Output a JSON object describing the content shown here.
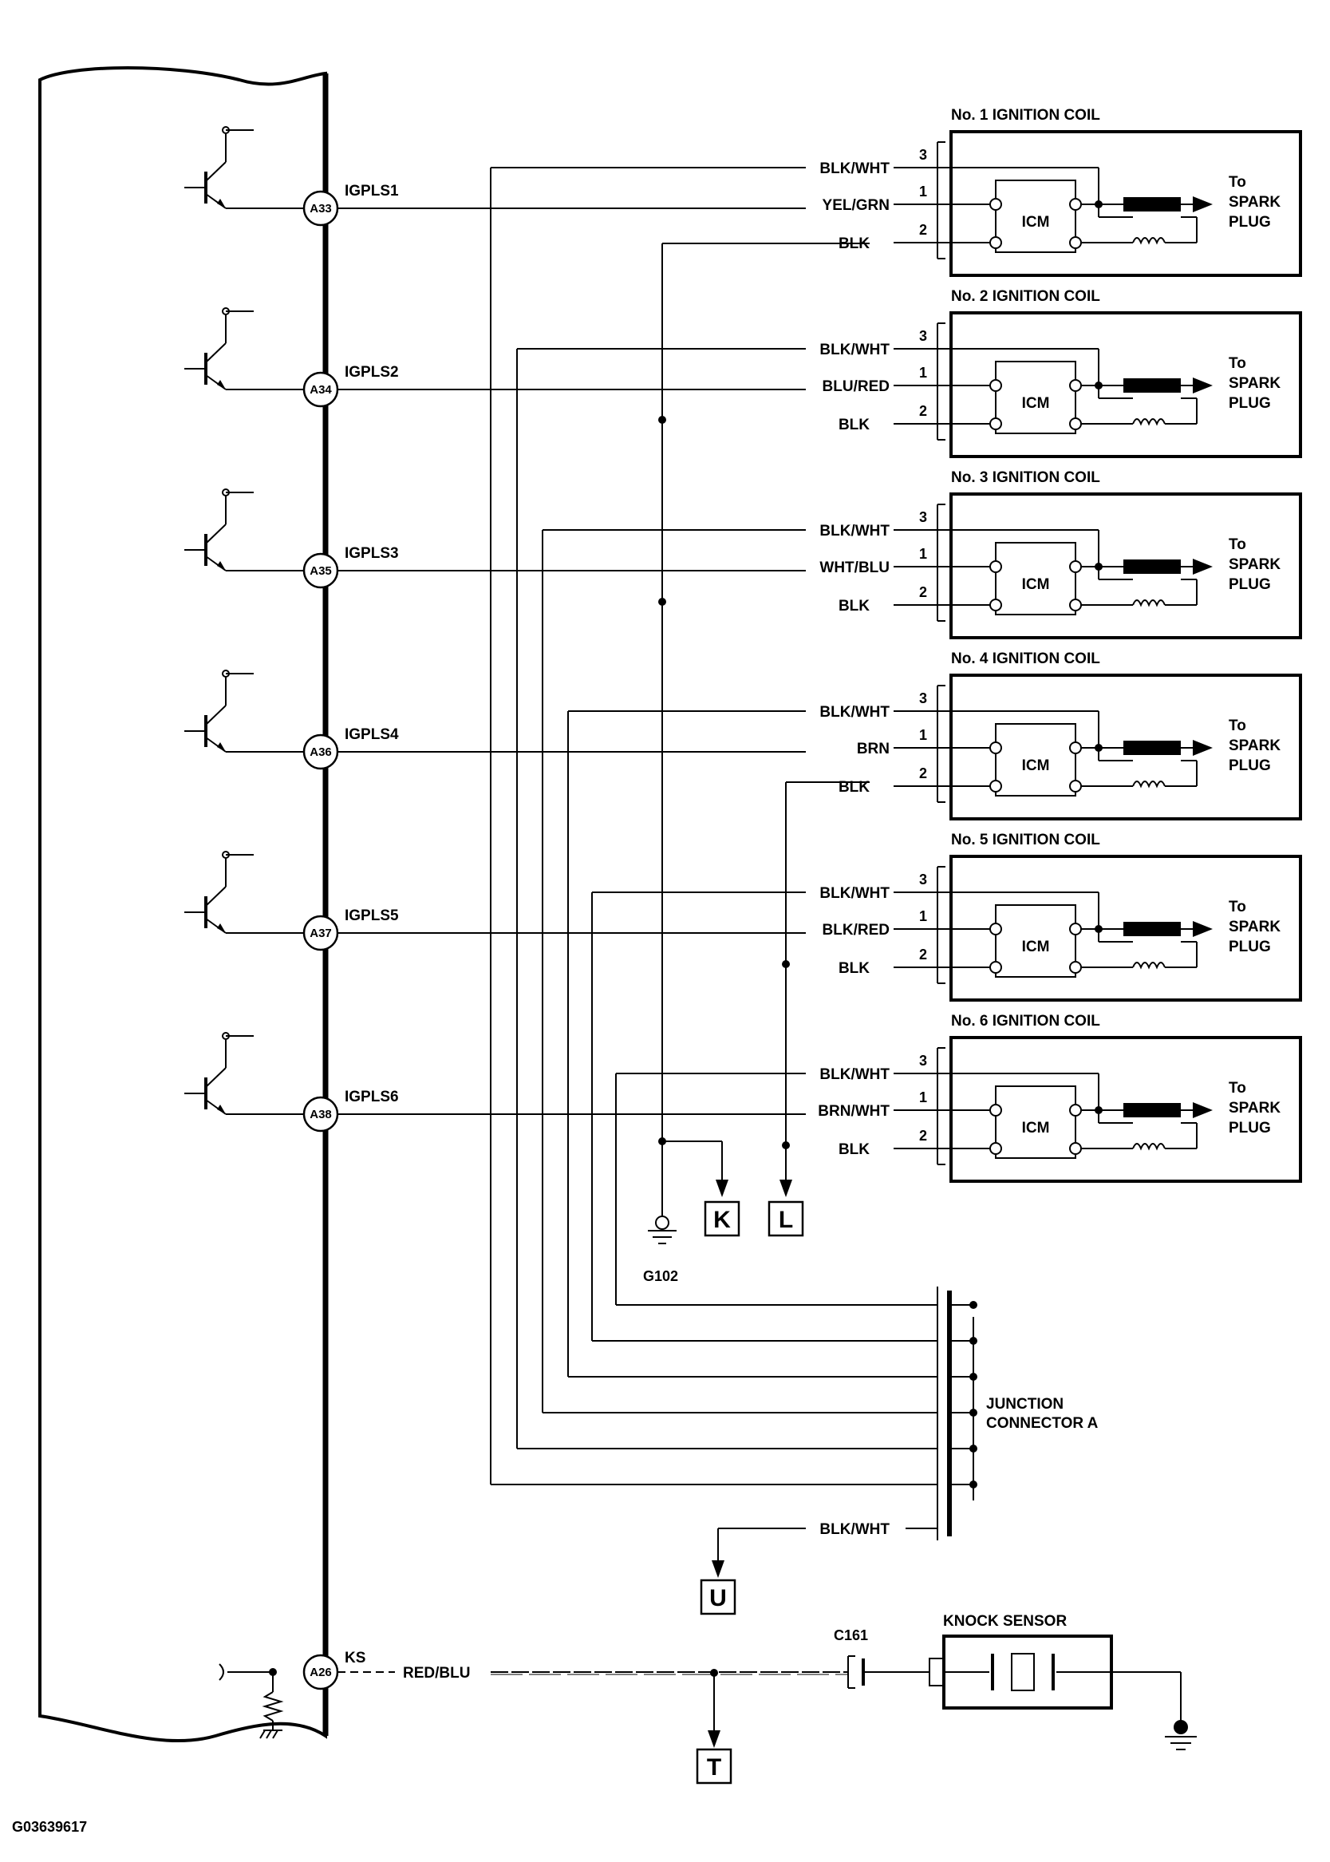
{
  "pcm": {
    "pins": [
      {
        "pin": "A33",
        "signal": "IGPLS1"
      },
      {
        "pin": "A34",
        "signal": "IGPLS2"
      },
      {
        "pin": "A35",
        "signal": "IGPLS3"
      },
      {
        "pin": "A36",
        "signal": "IGPLS4"
      },
      {
        "pin": "A37",
        "signal": "IGPLS5"
      },
      {
        "pin": "A38",
        "signal": "IGPLS6"
      }
    ],
    "ks_pin": "A26",
    "ks_signal": "KS"
  },
  "coils": [
    {
      "title": "No. 1 IGNITION COIL",
      "signal_wire": "YEL/GRN"
    },
    {
      "title": "No. 2 IGNITION COIL",
      "signal_wire": "BLU/RED"
    },
    {
      "title": "No. 3 IGNITION COIL",
      "signal_wire": "WHT/BLU"
    },
    {
      "title": "No. 4 IGNITION COIL",
      "signal_wire": "BRN"
    },
    {
      "title": "No. 5 IGNITION COIL",
      "signal_wire": "BLK/RED"
    },
    {
      "title": "No. 6 IGNITION COIL",
      "signal_wire": "BRN/WHT"
    }
  ],
  "coil_common": {
    "power_wire": "BLK/WHT",
    "ground_wire": "BLK",
    "pin_power": "3",
    "pin_signal": "1",
    "pin_ground": "2",
    "module": "ICM",
    "output_line1": "To",
    "output_line2": "SPARK",
    "output_line3": "PLUG"
  },
  "ground": {
    "name": "G102"
  },
  "refs": {
    "k": "K",
    "l": "L",
    "u": "U",
    "t": "T"
  },
  "junction": {
    "line1": "JUNCTION",
    "line2": "CONNECTOR A",
    "out_wire": "BLK/WHT"
  },
  "knock": {
    "connector": "C161",
    "sensor": "KNOCK SENSOR",
    "wire": "RED/BLU"
  },
  "diagram_id": "G03639617"
}
